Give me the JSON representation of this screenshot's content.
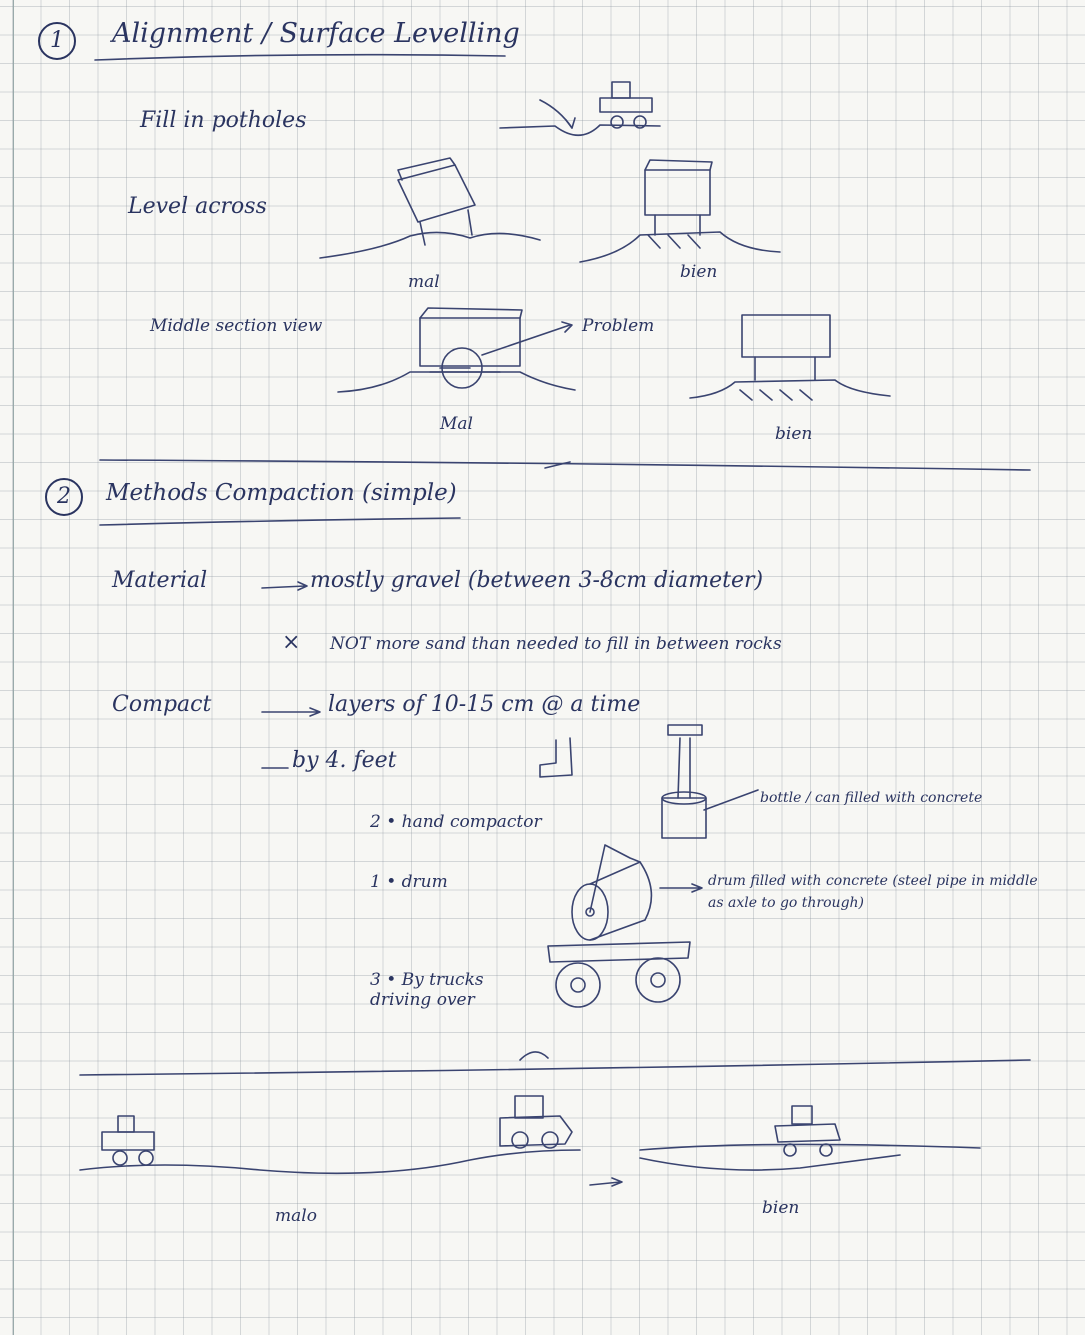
{
  "section1": {
    "number": "1",
    "title": "Alignment / Surface Levelling",
    "bullets": [
      {
        "text": "Fill in potholes"
      },
      {
        "text": "Level across",
        "label_bad": "mal",
        "label_good": "bien"
      },
      {
        "text": "Middle section view",
        "problem_label": "Problem",
        "label_bad": "Mal",
        "label_good": "bien"
      }
    ]
  },
  "section2": {
    "number": "2",
    "title": "Methods Compaction (simple)",
    "material": {
      "label": "Material",
      "detail": "mostly gravel (between 3-8cm diameter)",
      "note_marker": "×",
      "note": "NOT more sand than needed to fill in between rocks"
    },
    "compact": {
      "label": "Compact",
      "detail": "layers of 10-15 cm @ a time",
      "methods": [
        {
          "number": "4",
          "text": "by 4. feet"
        },
        {
          "number": "2",
          "text": "2 • hand compactor"
        },
        {
          "number": "1",
          "text": "1 • drum"
        },
        {
          "number": "3",
          "text": "3 • By trucks driving over"
        }
      ],
      "bottle_note": "bottle / can filled with concrete",
      "drum_note": "drum filled with concrete (steel pipe in middle as axle to go through)"
    }
  },
  "bottom": {
    "label_bad": "malo",
    "label_good": "bien"
  }
}
